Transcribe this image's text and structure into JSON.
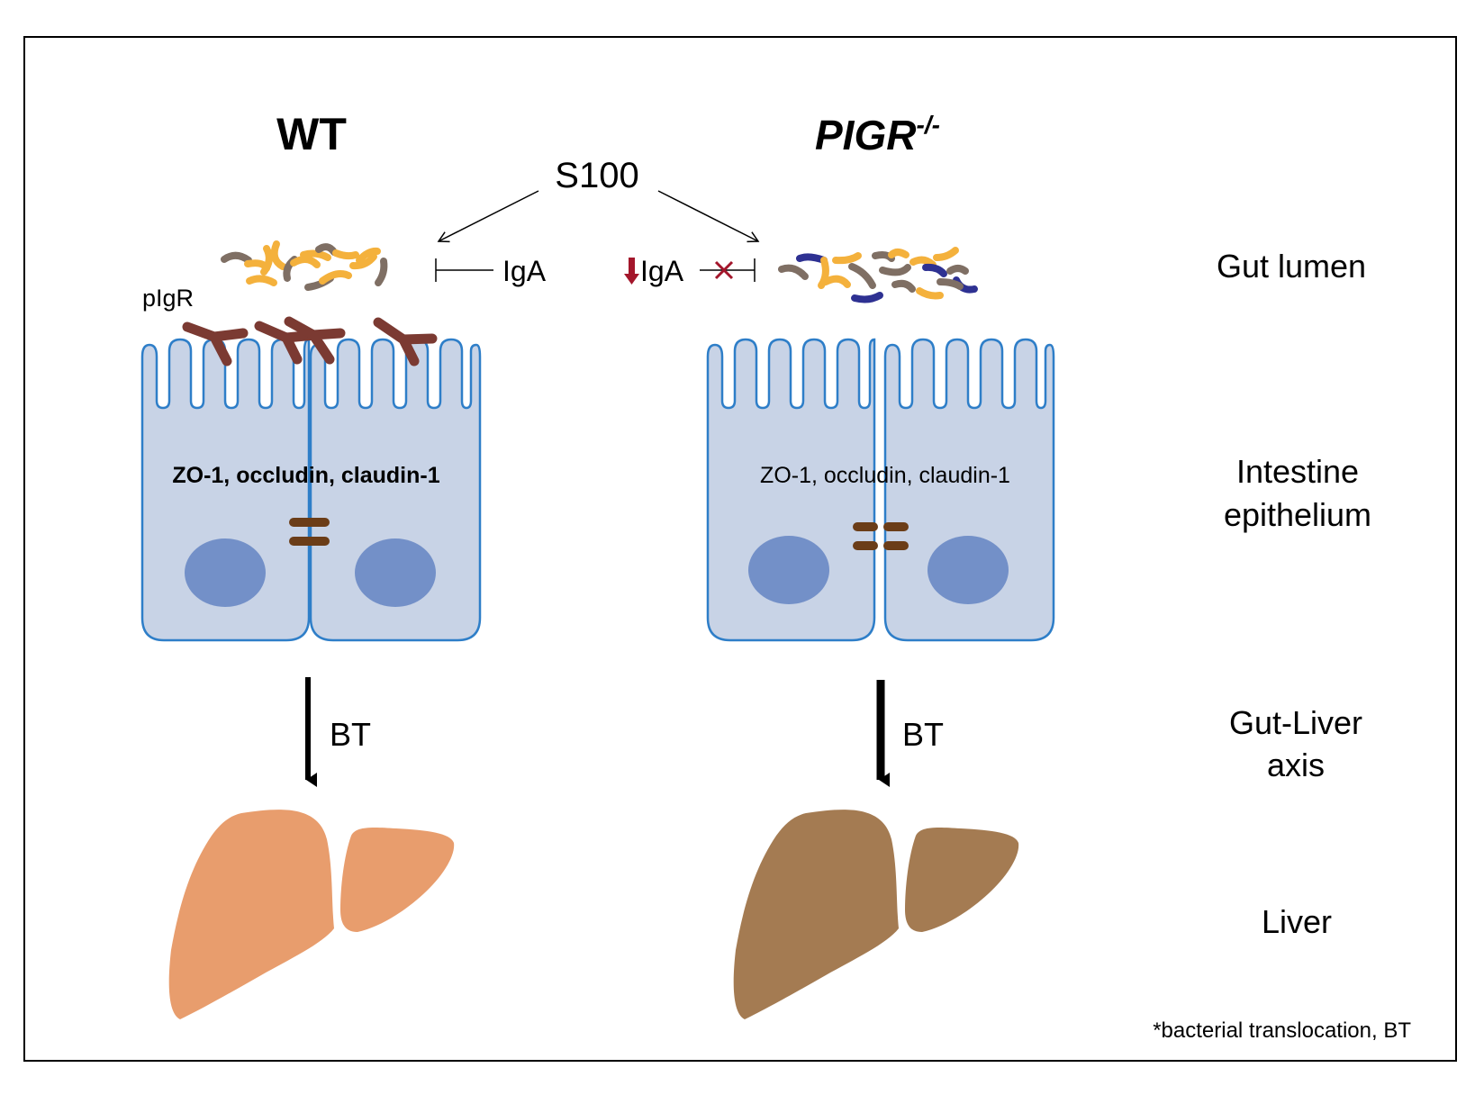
{
  "panels": {
    "wt": {
      "title": "WT",
      "tight_junction_text": "ZO-1, occludin, claudin-1",
      "bt_label": "BT"
    },
    "pigr": {
      "title_main": "PIGR",
      "title_sup": "-/-",
      "tight_junction_text": "ZO-1, occludin, claudin-1",
      "bt_label": "BT"
    }
  },
  "center": {
    "s100": "S100"
  },
  "wt_iga": "IgA",
  "pigr_iga": "IgA",
  "pigr_label": "pIgR",
  "row_labels": {
    "gut_lumen": "Gut lumen",
    "epithelium_line1": "Intestine",
    "epithelium_line2": "epithelium",
    "axis_line1": "Gut-Liver",
    "axis_line2": "axis",
    "liver": "Liver"
  },
  "footnote": "*bacterial translocation, BT",
  "icons": [
    "bacteria-icon",
    "antibody-receptor-icon",
    "cell-icon",
    "nucleus-icon",
    "tight-junction-icon",
    "liver-icon",
    "down-arrow-icon",
    "block-x-icon"
  ],
  "colors": {
    "cell_fill": "#c8d3e6",
    "cell_stroke": "#2e7ec8",
    "nucleus": "#7390c8",
    "junction": "#6b3d18",
    "receptor": "#7b3a32",
    "bact_orange": "#f4b13c",
    "bact_gray": "#7f6f64",
    "bact_navy": "#2e3192",
    "liver_healthy": "#e89d6d",
    "liver_diseased": "#a47b52",
    "down_arrow": "#a3162b",
    "block_x": "#a3162b"
  }
}
